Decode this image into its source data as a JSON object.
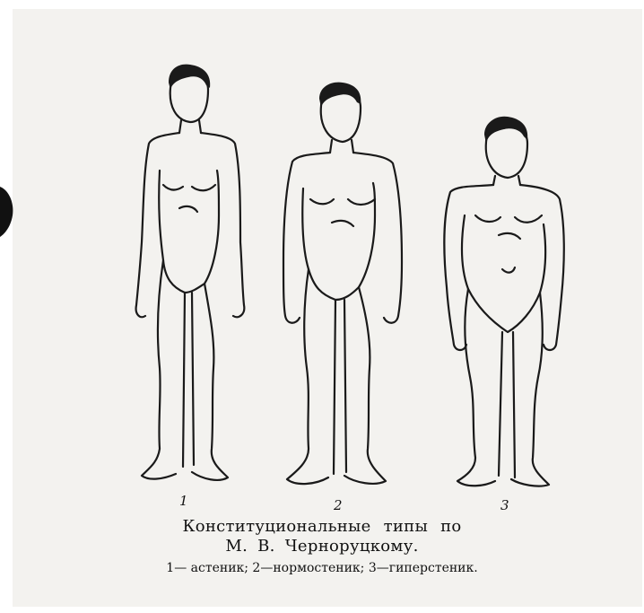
{
  "figure_numbers": [
    "1",
    "2",
    "3"
  ],
  "caption": {
    "title_line1": "Конституциональные типы по",
    "title_line2": "М. В. Черноруцкому.",
    "legend": "1— астеник; 2—нормостеник; 3—гиперстеник."
  }
}
